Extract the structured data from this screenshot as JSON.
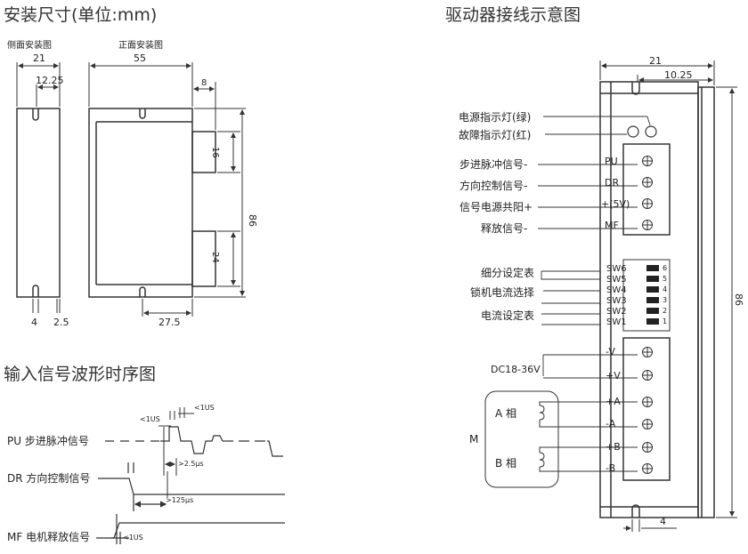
{
  "titles": {
    "install": "安装尺寸(单位:mm)",
    "side_view": "侧面安装图",
    "front_view": "正面安装图",
    "waveform": "输入信号波形时序图",
    "wiring": "驱动器接线示意图"
  },
  "side_dims": {
    "width": "21",
    "inner": "12.25",
    "hole": "4",
    "edge": "2.5"
  },
  "front_dims": {
    "width": "55",
    "offset": "8",
    "h1": "16",
    "h2": "24",
    "height": "86",
    "bottom": "27.5"
  },
  "waveform": {
    "pu_label": "PU 步进脉冲信号",
    "dr_label": "DR 方向控制信号",
    "mf_label": "MF 电机释放信号",
    "t1us_top": "1US",
    "t1us_left": "1US",
    "t25": "2.5μs",
    "t125": "125μs",
    "t1us_mf": "1US"
  },
  "wiring": {
    "dim_top": "21",
    "dim_inner": "10.25",
    "dim_height": "86",
    "dim_bottom": "4",
    "led_green": "电源指示灯(绿)",
    "led_red": "故障指示灯(红)",
    "sig_pu": "步进脉冲信号-",
    "sig_dr": "方向控制信号-",
    "sig_com": "信号电源共阳+",
    "sig_mf": "释放信号-",
    "term_pu": "PU",
    "term_dr": "DR",
    "term_com": "+(5V)",
    "term_mf": "MF",
    "sw_subdiv": "细分设定表",
    "sw_lock": "锁机电流选择",
    "sw_current": "电流设定表",
    "sw": [
      "SW6",
      "SW5",
      "SW4",
      "SW3",
      "SW2",
      "SW1"
    ],
    "sw_nums": [
      "6",
      "5",
      "4",
      "3",
      "2",
      "1"
    ],
    "power": "DC18-36V",
    "pw_neg": "-V",
    "pw_pos": "+V",
    "pa_pos": "+A",
    "pa_neg": "-A",
    "pb_pos": "+B",
    "pb_neg": "-B",
    "phase_a": "A 相",
    "phase_b": "B 相",
    "motor": "M"
  }
}
